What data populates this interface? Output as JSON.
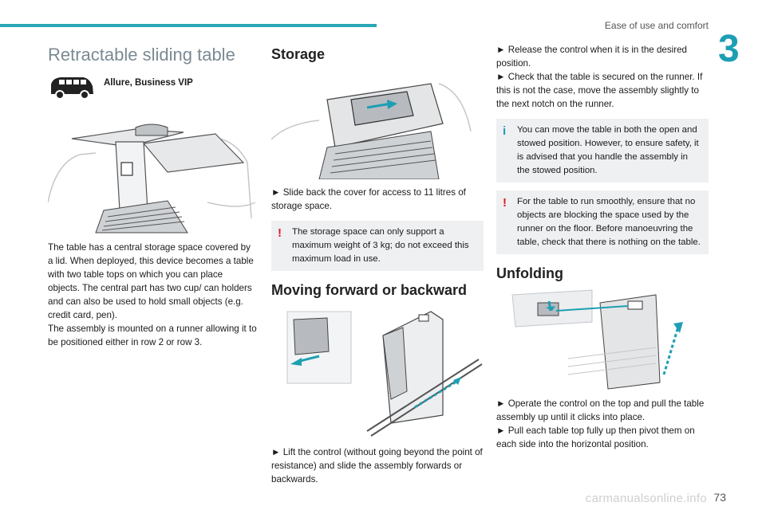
{
  "header": {
    "section_title": "Ease of use and comfort",
    "chapter_number": "3",
    "page_number": "73",
    "watermark": "carmanualsonline.info",
    "accent_color": "#2aa6b5"
  },
  "col1": {
    "title": "Retractable sliding table",
    "trim_label": "Allure, Business VIP",
    "paragraph1": "The table has a central storage space covered by a lid. When deployed, this device becomes a table with two table tops on which you can place objects. The central part has two cup/ can holders and can also be used to hold small objects (e.g. credit card, pen).",
    "paragraph2": "The assembly is mounted on a runner allowing it to be positioned either in row 2 or row 3."
  },
  "col2": {
    "storage_heading": "Storage",
    "storage_step": "► Slide back the cover for access to 11 litres of storage space.",
    "storage_warning": "The storage space can only support a maximum weight of 3 kg; do not exceed this maximum load in use.",
    "moving_heading": "Moving forward or backward",
    "moving_step": "► Lift the control (without going beyond the point of resistance) and slide the assembly forwards or backwards."
  },
  "col3": {
    "step_release": "► Release the control when it is in the desired position.",
    "step_check": "► Check that the table is secured on the runner. If this is not the case, move the assembly slightly to the next notch on the runner.",
    "info_note": "You can move the table in both the open and stowed position. However, to ensure safety, it is advised that you handle the assembly in the stowed position.",
    "warning_note": "For the table to run smoothly, ensure that no objects are blocking the space used by the runner on the floor. Before manoeuvring the table, check that there is nothing on the table.",
    "unfolding_heading": "Unfolding",
    "unfold_step1": "► Operate the control on the top and pull the table assembly up until it clicks into place.",
    "unfold_step2": "► Pull each table top fully up then pivot them on each side into the horizontal position."
  },
  "icons": {
    "warning": "warning-exclamation-icon",
    "info": "info-icon",
    "van": "van-icon"
  }
}
